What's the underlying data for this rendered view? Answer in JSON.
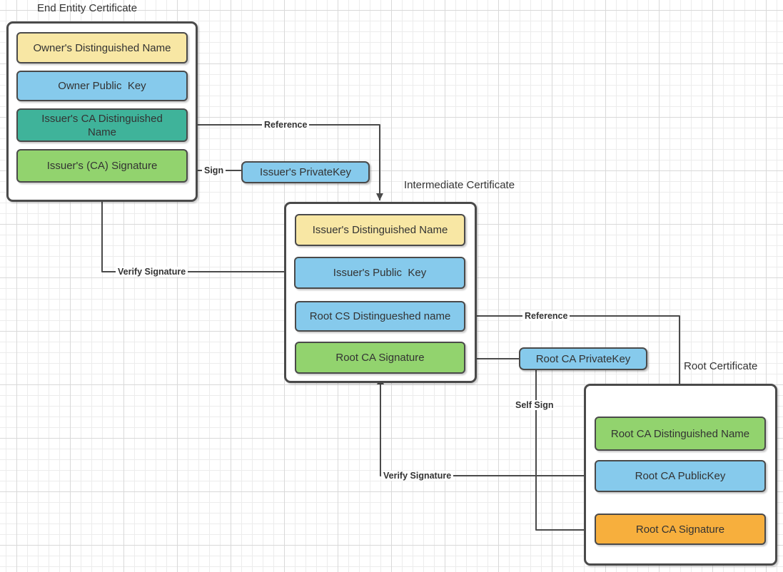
{
  "diagram": {
    "colors": {
      "bg": "#ffffff",
      "stroke": "#4a4a4a",
      "text": "#333333",
      "grid_minor": "#ececec",
      "grid_major": "#d9d9d9",
      "yellow": "#f8e7a4",
      "blue": "#86caec",
      "teal": "#3fb39a",
      "green": "#92d36e",
      "orange": "#f7af3d"
    },
    "certificates": [
      {
        "title": "End Entity Certificate",
        "fields": [
          {
            "label": "Owner's Distinguished Name",
            "color": "#f8e7a4"
          },
          {
            "label": "Owner Public  Key",
            "color": "#86caec"
          },
          {
            "label": "Issuer's CA Distinguished\nName",
            "color": "#3fb39a"
          },
          {
            "label": "Issuer's (CA) Signature",
            "color": "#92d36e"
          }
        ]
      },
      {
        "title": "Intermediate Certificate",
        "fields": [
          {
            "label": "Issuer's Distinguished Name",
            "color": "#f8e7a4"
          },
          {
            "label": "Issuer's Public  Key",
            "color": "#86caec"
          },
          {
            "label": "Root CS Distingueshed name",
            "color": "#86caec"
          },
          {
            "label": "Root CA Signature",
            "color": "#92d36e"
          }
        ]
      },
      {
        "title": "Root Certificate",
        "fields": [
          {
            "label": "Root CA Distinguished Name",
            "color": "#92d36e"
          },
          {
            "label": "Root CA PublicKey",
            "color": "#86caec"
          },
          {
            "label": "Root CA Signature",
            "color": "#f7af3d"
          }
        ]
      }
    ],
    "keys": [
      {
        "label": "Issuer's PrivateKey",
        "color": "#86caec"
      },
      {
        "label": "Root CA PrivateKey",
        "color": "#86caec"
      }
    ],
    "edge_labels": {
      "sign": "Sign",
      "reference_top": "Reference",
      "verify_left": "Verify Signature",
      "reference_right": "Reference",
      "self_sign": "Self Sign",
      "verify_bottom": "Verify Signature"
    }
  }
}
